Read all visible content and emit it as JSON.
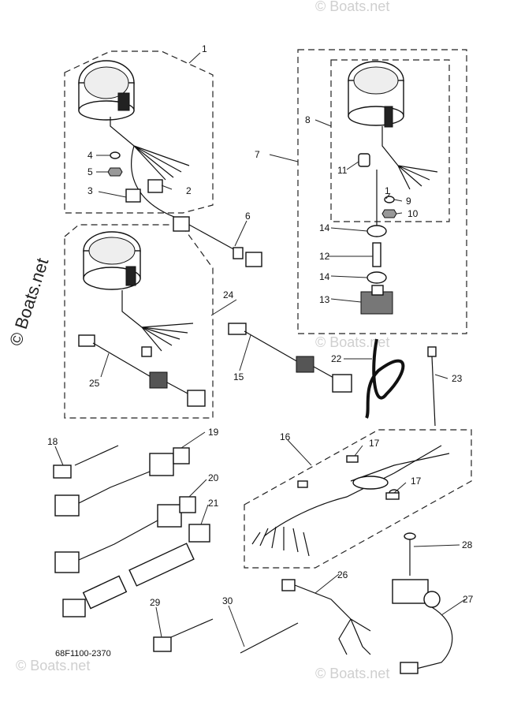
{
  "diagram": {
    "code": "68F1100-2370",
    "watermark_main": "© Boats.net",
    "watermark_faint": "© Boats.net",
    "callouts": [
      "1",
      "2",
      "3",
      "4",
      "5",
      "6",
      "7",
      "8",
      "9",
      "10",
      "11",
      "12",
      "13",
      "14",
      "14",
      "15",
      "16",
      "17",
      "17",
      "18",
      "19",
      "20",
      "21",
      "22",
      "23",
      "24",
      "25",
      "26",
      "27",
      "28",
      "29",
      "30",
      "1"
    ]
  }
}
